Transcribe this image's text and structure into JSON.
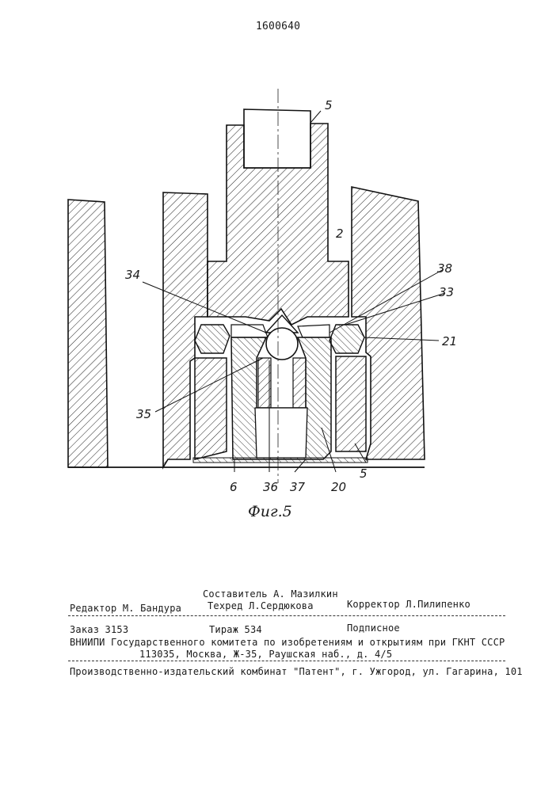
{
  "header": {
    "patent_number": "1600640"
  },
  "figure": {
    "caption": "Фиг.5",
    "labels": {
      "l5_top": "5",
      "l2": "2",
      "l38": "38",
      "l34": "34",
      "l33": "33",
      "l21": "21",
      "l35": "35",
      "l6": "6",
      "l36": "36",
      "l37": "37",
      "l20": "20",
      "l5_bottom": "5"
    }
  },
  "colophon": {
    "compiler": "Составитель  А. Мазилкин",
    "editor": "Редактор М. Бандура",
    "techeditor": "Техред Л.Сердюкова",
    "corrector": "Корректор Л.Пилипенко",
    "order": "Заказ 3153",
    "circulation": "Тираж 534",
    "subscription": "Подписное",
    "institute": "ВНИИПИ Государственного комитета по изобретениям и открытиям при ГКНТ СССР",
    "address": "113035, Москва, Ж-35, Раушская наб., д. 4/5",
    "publisher": "Производственно-издательский комбинат \"Патент\", г. Ужгород, ул. Гагарина, 101"
  }
}
